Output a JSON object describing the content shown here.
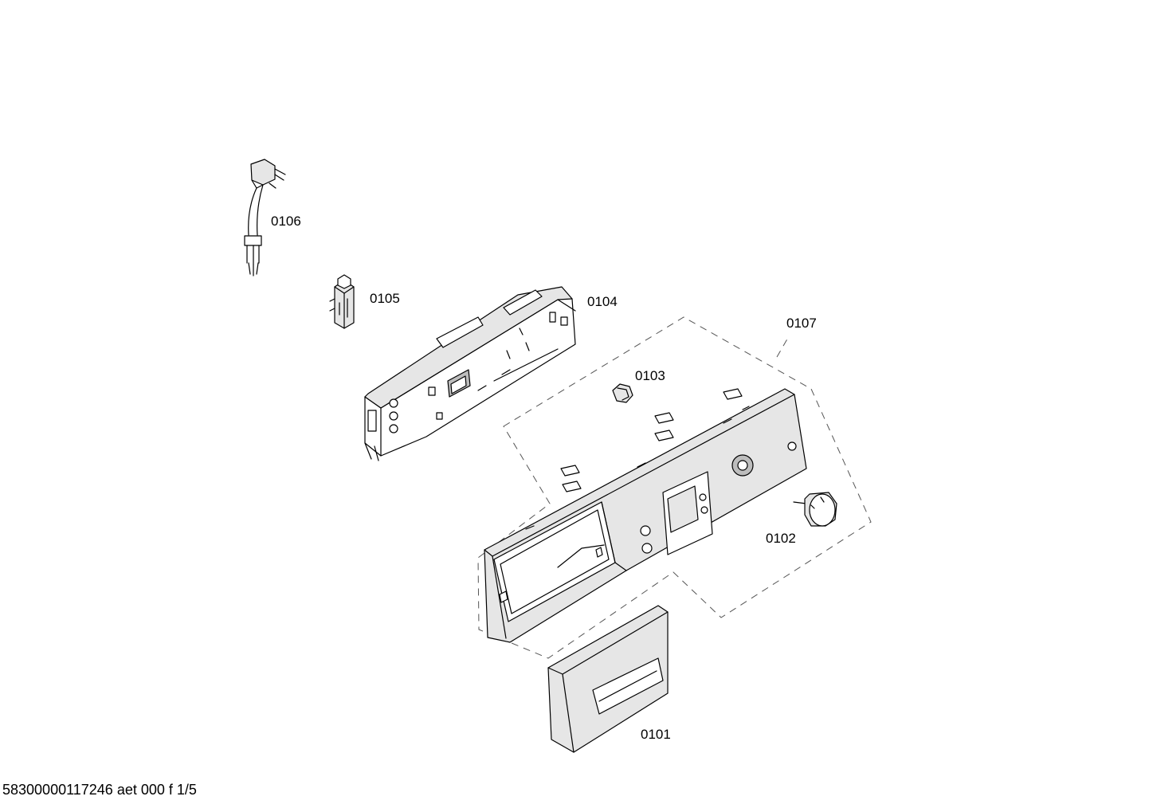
{
  "parts": [
    {
      "id": "plug",
      "label": "0106"
    },
    {
      "id": "switch",
      "label": "0105"
    },
    {
      "id": "module",
      "label": "0104"
    },
    {
      "id": "panel-group",
      "label": "0107"
    },
    {
      "id": "light-guide",
      "label": "0103"
    },
    {
      "id": "knob",
      "label": "0102"
    },
    {
      "id": "drawer-handle",
      "label": "0101"
    }
  ],
  "footer": {
    "text": "58300000117246 aet 000 f 1/5"
  }
}
